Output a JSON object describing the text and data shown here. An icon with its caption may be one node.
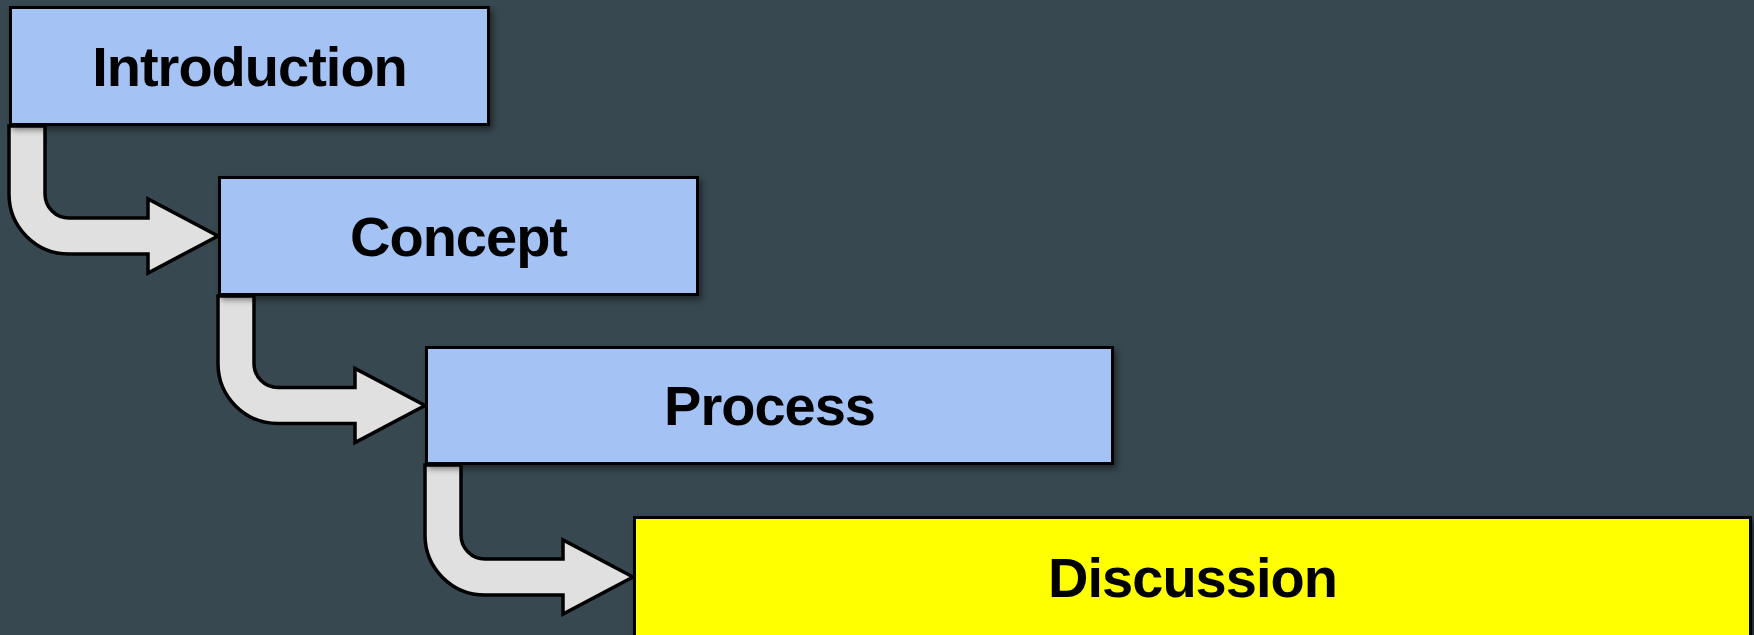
{
  "diagram": {
    "nodes": [
      {
        "text": [
          "Introduction"
        ]
      },
      {
        "text": [
          "Concept"
        ]
      },
      {
        "text": [
          "Process"
        ]
      },
      {
        "text": [
          "Discussion"
        ]
      }
    ],
    "edges": [
      {
        "from": 0,
        "to": 1,
        "arrow": "to"
      },
      {
        "from": 1,
        "to": 2,
        "arrow": "to"
      },
      {
        "from": 2,
        "to": 3,
        "arrow": "to"
      }
    ]
  }
}
